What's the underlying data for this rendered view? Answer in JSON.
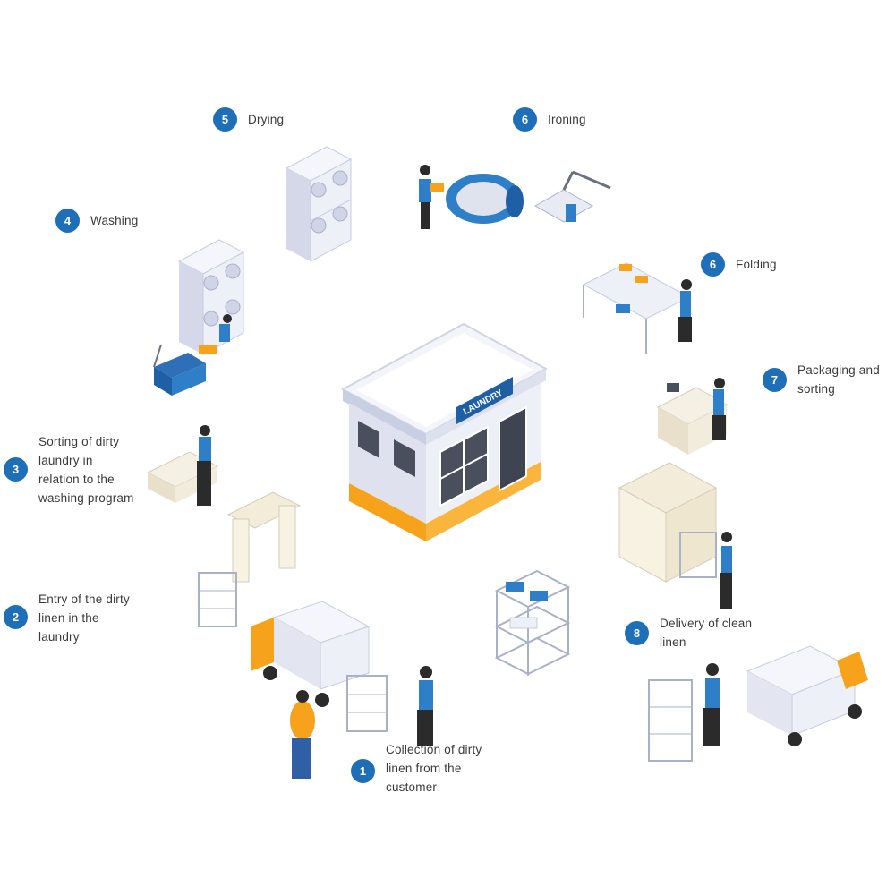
{
  "colors": {
    "badge": "#1f6fb8",
    "text": "#3a3a3a",
    "accent_orange": "#f6a31b",
    "worker_blue": "#2f7fc8",
    "machine_gray": "#dfe3ee"
  },
  "building": {
    "sign": "LAUNDRY"
  },
  "steps": [
    {
      "id": "collection",
      "number": "1",
      "lines": [
        "Collection of dirty",
        "linen from the",
        "customer"
      ]
    },
    {
      "id": "entry",
      "number": "2",
      "lines": [
        "Entry of the dirty",
        "linen in the",
        "laundry"
      ]
    },
    {
      "id": "sorting",
      "number": "3",
      "lines": [
        "Sorting of dirty",
        "laundry in",
        "relation to the",
        "washing program"
      ]
    },
    {
      "id": "washing",
      "number": "4",
      "lines": [
        "Washing"
      ]
    },
    {
      "id": "drying",
      "number": "5",
      "lines": [
        "Drying"
      ]
    },
    {
      "id": "ironing",
      "number": "6",
      "lines": [
        "Ironing"
      ]
    },
    {
      "id": "folding",
      "number": "6",
      "lines": [
        "Folding"
      ]
    },
    {
      "id": "packaging",
      "number": "7",
      "lines": [
        "Packaging and",
        "sorting"
      ]
    },
    {
      "id": "delivery",
      "number": "8",
      "lines": [
        "Delivery of clean",
        "linen"
      ]
    }
  ]
}
